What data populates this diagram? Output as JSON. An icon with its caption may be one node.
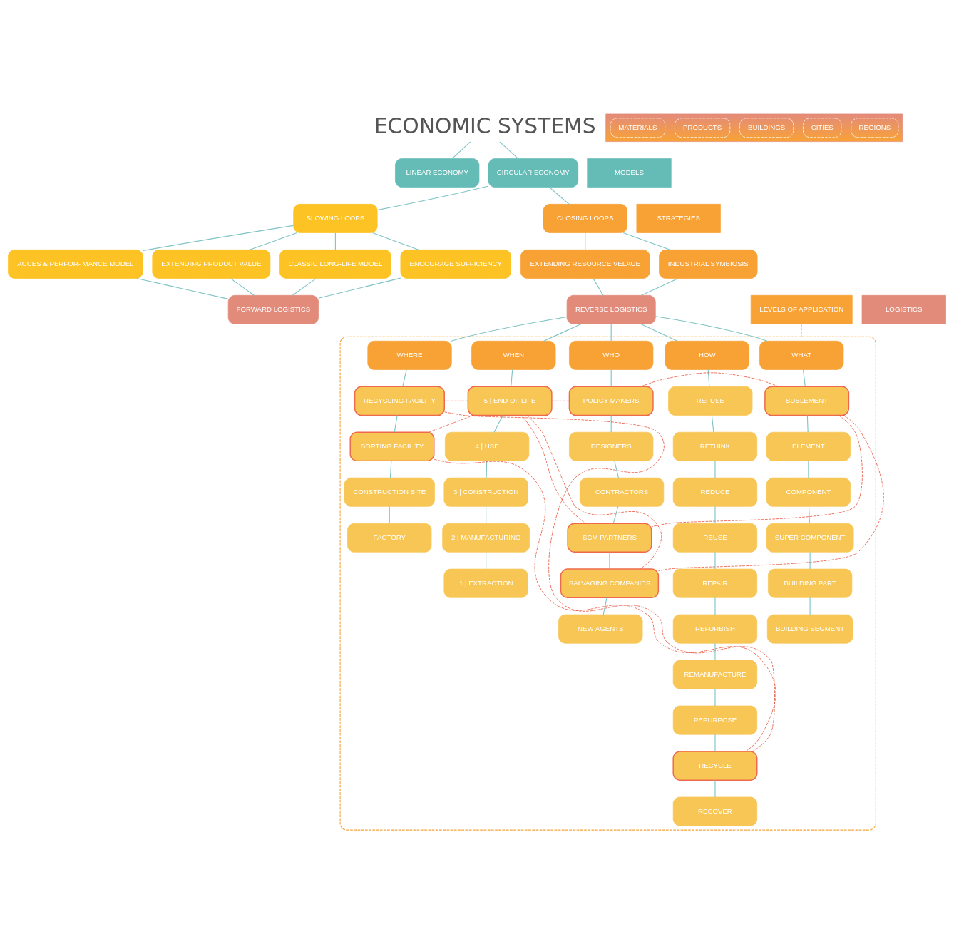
{
  "diagram": {
    "nodes": [
      {
        "text": [
          "ECONOMIC SYSTEMS"
        ]
      },
      {
        "text": [
          "LINEAR ECONOMY"
        ]
      },
      {
        "text": [
          "CIRCULAR ECONOMY"
        ]
      },
      {
        "text": [
          "SLOWING LOOPS"
        ]
      },
      {
        "text": [
          "CLOSING LOOPS"
        ]
      },
      {
        "text": [
          "ACCES & PERFOR- MANCE MODEL"
        ]
      },
      {
        "text": [
          "EXTENDING PRODUCT VALUE"
        ]
      },
      {
        "text": [
          "CLASSIC LONG-LIFE MDOEL"
        ]
      },
      {
        "text": [
          "ENCOURAGE SUFFICIENCY"
        ]
      },
      {
        "text": [
          "EXTENDING RESOURCE VELAUE"
        ]
      },
      {
        "text": [
          "INDUSTRIAL SYMBIOSIS"
        ]
      },
      {
        "text": [
          "FORWARD LOGISTICS"
        ]
      },
      {
        "text": [
          "REVERSE LOGISTICS"
        ]
      },
      {
        "text": [],
        "shape": "box"
      },
      {
        "text": [
          "WHAT"
        ],
        "in": 13
      },
      {
        "text": [
          "WHO"
        ],
        "in": 13
      },
      {
        "text": [
          "WHEN"
        ],
        "in": 13
      },
      {
        "text": [
          "WHERE"
        ],
        "in": 13
      },
      {
        "text": [
          "HOW"
        ],
        "in": 13
      },
      {
        "text": [
          "SUBLEMENT"
        ],
        "in": 13
      },
      {
        "text": [
          "ELEMENT"
        ],
        "in": 13
      },
      {
        "text": [
          "COMPONENT"
        ],
        "in": 13
      },
      {
        "text": [
          "SUPER COMPONENT"
        ],
        "in": 13
      },
      {
        "text": [
          "BUILDING PART"
        ],
        "in": 13
      },
      {
        "text": [
          "BUILDING SEGMENT"
        ],
        "in": 13
      },
      {
        "text": [
          "POLICY MAKERS"
        ],
        "in": 13
      },
      {
        "text": [
          "DESIGNERS"
        ],
        "in": 13
      },
      {
        "text": [
          "CONTRACTORS"
        ],
        "in": 13
      },
      {
        "text": [
          "SCM PARTNERS"
        ],
        "in": 13
      },
      {
        "text": [
          "SALVAGING COMPANIES"
        ],
        "in": 13
      },
      {
        "text": [
          "NEW AGENTS"
        ],
        "in": 13
      },
      {
        "text": [
          "5 | END OF LIFE"
        ],
        "in": 13
      },
      {
        "text": [
          "4 | USE"
        ],
        "in": 13
      },
      {
        "text": [
          "3 | CONSTRUCTION"
        ],
        "in": 13
      },
      {
        "text": [
          "2 | MANUFACTURING"
        ],
        "in": 13
      },
      {
        "text": [
          "1 | EXTRACTION"
        ],
        "in": 13
      },
      {
        "text": [
          "RECYCLING FACILITY"
        ],
        "in": 13
      },
      {
        "text": [
          "SORTING FACILITY"
        ],
        "in": 13
      },
      {
        "text": [
          "CONSTRUCTION SITE"
        ],
        "in": 13
      },
      {
        "text": [
          "FACTORY"
        ],
        "in": 13
      },
      {
        "text": [
          "REFUSE"
        ],
        "in": 13
      },
      {
        "text": [
          "RETHINK"
        ],
        "in": 13
      },
      {
        "text": [
          "REDUCE"
        ],
        "in": 13
      },
      {
        "text": [
          "REUSE"
        ],
        "in": 13
      },
      {
        "text": [
          "REPAIR"
        ],
        "in": 13
      },
      {
        "text": [
          "REFURBISH"
        ],
        "in": 13
      },
      {
        "text": [
          "REMANUFACTURE"
        ],
        "in": 13
      },
      {
        "text": [
          "REPURPOSE"
        ],
        "in": 13
      },
      {
        "text": [
          "RECYCLE"
        ],
        "in": 13
      },
      {
        "text": [
          "RECOVER"
        ],
        "in": 13
      },
      {
        "text": [
          "MODELS"
        ]
      },
      {
        "text": [
          "STRATEGIES"
        ]
      },
      {
        "text": [
          "LOGISTICS"
        ]
      },
      {
        "text": [
          "LEVELS OF APPLICATION"
        ]
      },
      {
        "text": [],
        "shape": "bar"
      },
      {
        "text": [
          "REGIONS"
        ],
        "in": 54
      },
      {
        "text": [
          "CITIES"
        ],
        "in": 54
      },
      {
        "text": [
          "BUILDINGS"
        ],
        "in": 54
      },
      {
        "text": [
          "PRODUCTS"
        ],
        "in": 54
      },
      {
        "text": [
          "MATERIALS"
        ],
        "in": 54
      }
    ],
    "edges": [
      {
        "from": 0,
        "to": 1,
        "arrow": "none"
      },
      {
        "from": 0,
        "to": 2,
        "arrow": "none"
      },
      {
        "from": 2,
        "to": 3,
        "arrow": "none"
      },
      {
        "from": 2,
        "to": 4,
        "arrow": "none"
      },
      {
        "from": 3,
        "to": 5,
        "arrow": "none"
      },
      {
        "from": 3,
        "to": 6,
        "arrow": "none"
      },
      {
        "from": 3,
        "to": 7,
        "arrow": "none"
      },
      {
        "from": 3,
        "to": 8,
        "arrow": "none"
      },
      {
        "from": 4,
        "to": 9,
        "arrow": "none"
      },
      {
        "from": 4,
        "to": 10,
        "arrow": "none"
      },
      {
        "from": 5,
        "to": 11,
        "arrow": "none"
      },
      {
        "from": 6,
        "to": 11,
        "arrow": "none"
      },
      {
        "from": 7,
        "to": 11,
        "arrow": "none"
      },
      {
        "from": 8,
        "to": 11,
        "arrow": "none"
      },
      {
        "from": 9,
        "to": 12,
        "arrow": "none"
      },
      {
        "from": 10,
        "to": 12,
        "arrow": "none"
      },
      {
        "from": 12,
        "to": 14,
        "arrow": "none"
      },
      {
        "from": 12,
        "to": 15,
        "arrow": "none"
      },
      {
        "from": 12,
        "to": 16,
        "arrow": "none"
      },
      {
        "from": 12,
        "to": 17,
        "arrow": "none"
      },
      {
        "from": 12,
        "to": 18,
        "arrow": "none"
      },
      {
        "from": 14,
        "to": 19,
        "arrow": "none"
      },
      {
        "from": 19,
        "to": 20,
        "arrow": "none"
      },
      {
        "from": 20,
        "to": 21,
        "arrow": "none"
      },
      {
        "from": 21,
        "to": 22,
        "arrow": "none"
      },
      {
        "from": 22,
        "to": 23,
        "arrow": "none"
      },
      {
        "from": 23,
        "to": 24,
        "arrow": "none"
      },
      {
        "from": 15,
        "to": 25,
        "arrow": "none"
      },
      {
        "from": 25,
        "to": 26,
        "arrow": "none"
      },
      {
        "from": 26,
        "to": 27,
        "arrow": "none"
      },
      {
        "from": 27,
        "to": 28,
        "arrow": "none"
      },
      {
        "from": 28,
        "to": 29,
        "arrow": "none"
      },
      {
        "from": 29,
        "to": 30,
        "arrow": "none"
      },
      {
        "from": 16,
        "to": 31,
        "arrow": "none"
      },
      {
        "from": 31,
        "to": 32,
        "arrow": "none"
      },
      {
        "from": 32,
        "to": 33,
        "arrow": "none"
      },
      {
        "from": 33,
        "to": 34,
        "arrow": "none"
      },
      {
        "from": 34,
        "to": 35,
        "arrow": "none"
      },
      {
        "from": 17,
        "to": 36,
        "arrow": "none"
      },
      {
        "from": 36,
        "to": 37,
        "arrow": "none"
      },
      {
        "from": 37,
        "to": 38,
        "arrow": "none"
      },
      {
        "from": 38,
        "to": 39,
        "arrow": "none"
      },
      {
        "from": 18,
        "to": 40,
        "arrow": "none"
      },
      {
        "from": 40,
        "to": 41,
        "arrow": "none"
      },
      {
        "from": 41,
        "to": 42,
        "arrow": "none"
      },
      {
        "from": 42,
        "to": 43,
        "arrow": "none"
      },
      {
        "from": 43,
        "to": 44,
        "arrow": "none"
      },
      {
        "from": 44,
        "to": 45,
        "arrow": "none"
      },
      {
        "from": 45,
        "to": 46,
        "arrow": "none"
      },
      {
        "from": 46,
        "to": 47,
        "arrow": "none"
      },
      {
        "from": 47,
        "to": 48,
        "arrow": "none"
      },
      {
        "from": 48,
        "to": 49,
        "arrow": "none"
      },
      {
        "from": 19,
        "to": 25,
        "arrow": "none",
        "style": "dashed",
        "color": "#e8452c"
      },
      {
        "from": 19,
        "to": 28,
        "arrow": "none",
        "style": "dashed",
        "color": "#e8452c"
      },
      {
        "from": 19,
        "to": 29,
        "arrow": "none",
        "style": "dashed",
        "color": "#e8452c"
      },
      {
        "from": 25,
        "to": 31,
        "arrow": "none",
        "style": "dashed",
        "color": "#e8452c"
      },
      {
        "from": 31,
        "to": 28,
        "arrow": "none",
        "style": "dashed",
        "color": "#e8452c"
      },
      {
        "from": 31,
        "to": 29,
        "arrow": "none",
        "style": "dashed",
        "color": "#e8452c"
      },
      {
        "from": 31,
        "to": 36,
        "arrow": "none",
        "style": "dashed",
        "color": "#e8452c"
      },
      {
        "from": 31,
        "to": 37,
        "arrow": "none",
        "style": "dashed",
        "color": "#e8452c"
      },
      {
        "from": 36,
        "to": 48,
        "arrow": "none",
        "style": "dashed",
        "color": "#e8452c"
      },
      {
        "from": 37,
        "to": 48,
        "arrow": "none",
        "style": "dashed",
        "color": "#e8452c"
      },
      {
        "from": 53,
        "to": 13,
        "arrow": "none",
        "style": "dashed",
        "color": "#f8a236"
      }
    ]
  }
}
